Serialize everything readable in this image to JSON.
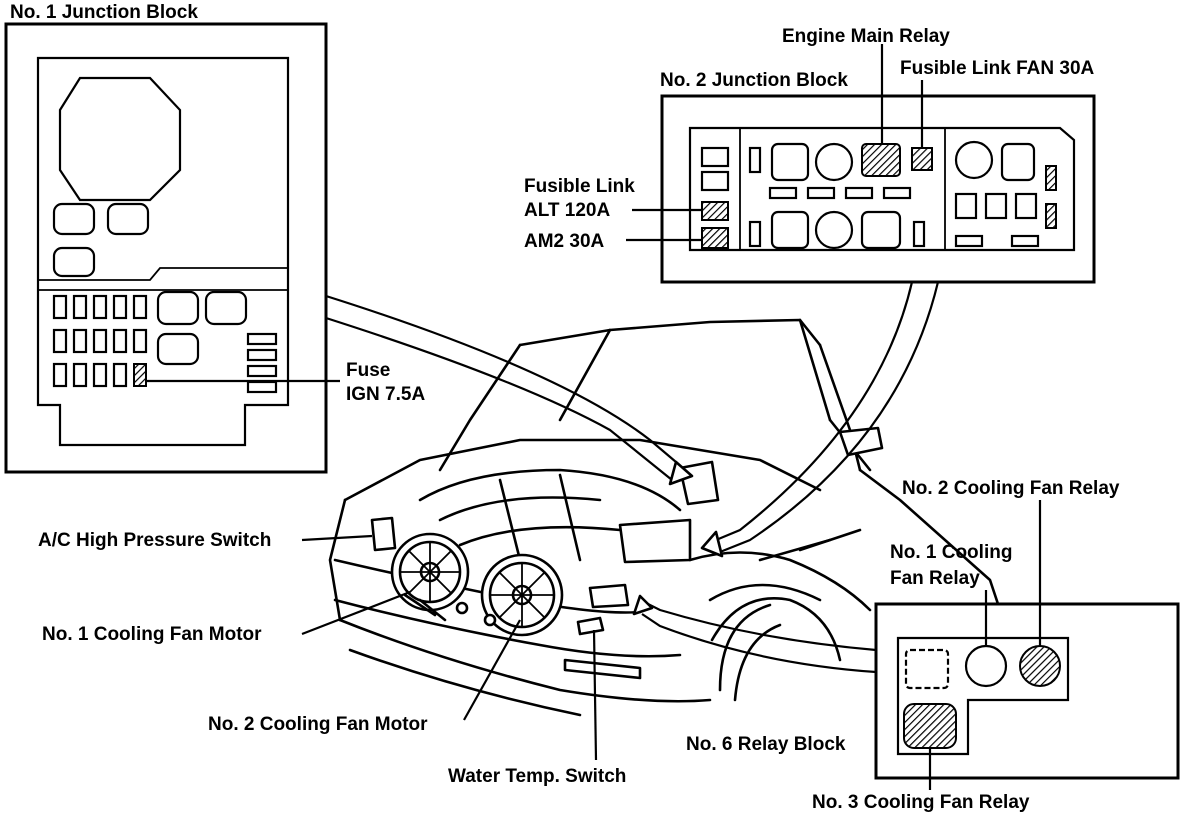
{
  "labels": {
    "jb1_title": "No. 1 Junction Block",
    "fuse_line1": "Fuse",
    "fuse_line2": "IGN 7.5A",
    "engine_main_relay": "Engine Main Relay",
    "jb2_title": "No. 2 Junction Block",
    "fusible_fan": "Fusible Link FAN 30A",
    "fusible_link": "Fusible Link",
    "alt": "ALT 120A",
    "am2": "AM2 30A",
    "ac_switch": "A/C High Pressure Switch",
    "fan_motor1": "No. 1 Cooling Fan Motor",
    "fan_motor2": "No. 2 Cooling Fan Motor",
    "water_temp": "Water Temp. Switch",
    "relay2": "No. 2 Cooling Fan Relay",
    "relay1_line1": "No. 1 Cooling",
    "relay1_line2": "Fan Relay",
    "relay_block6": "No. 6 Relay Block",
    "relay3": "No. 3 Cooling Fan Relay"
  },
  "colors": {
    "ink": "#000000",
    "paper": "#ffffff"
  }
}
